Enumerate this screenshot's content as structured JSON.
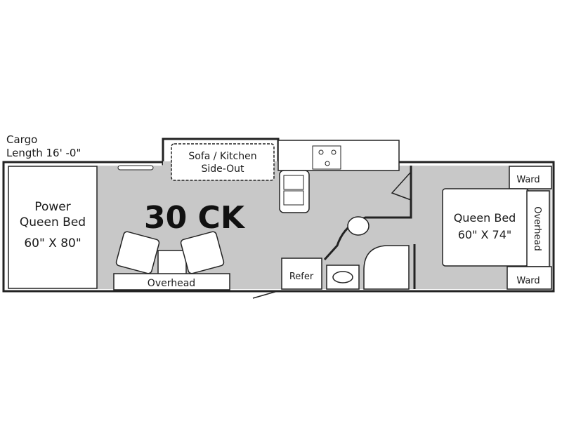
{
  "cargo": {
    "line1": "Cargo",
    "line2": "Length 16' -0\""
  },
  "model": "30 CK",
  "rooms": {
    "power_bed": {
      "line1": "Power",
      "line2": "Queen Bed",
      "line3": "60\" X 80\""
    },
    "slide_out": {
      "line1": "Sofa / Kitchen",
      "line2": "Side-Out"
    },
    "overhead_front": "Overhead",
    "refer": "Refer",
    "queen_bed": {
      "line1": "Queen Bed",
      "line2": "60\" X 74\""
    },
    "overhead_rear": "Overhead",
    "ward_top": "Ward",
    "ward_bottom": "Ward"
  },
  "colors": {
    "floor": "#c8c8c8",
    "wall": "#222222"
  }
}
